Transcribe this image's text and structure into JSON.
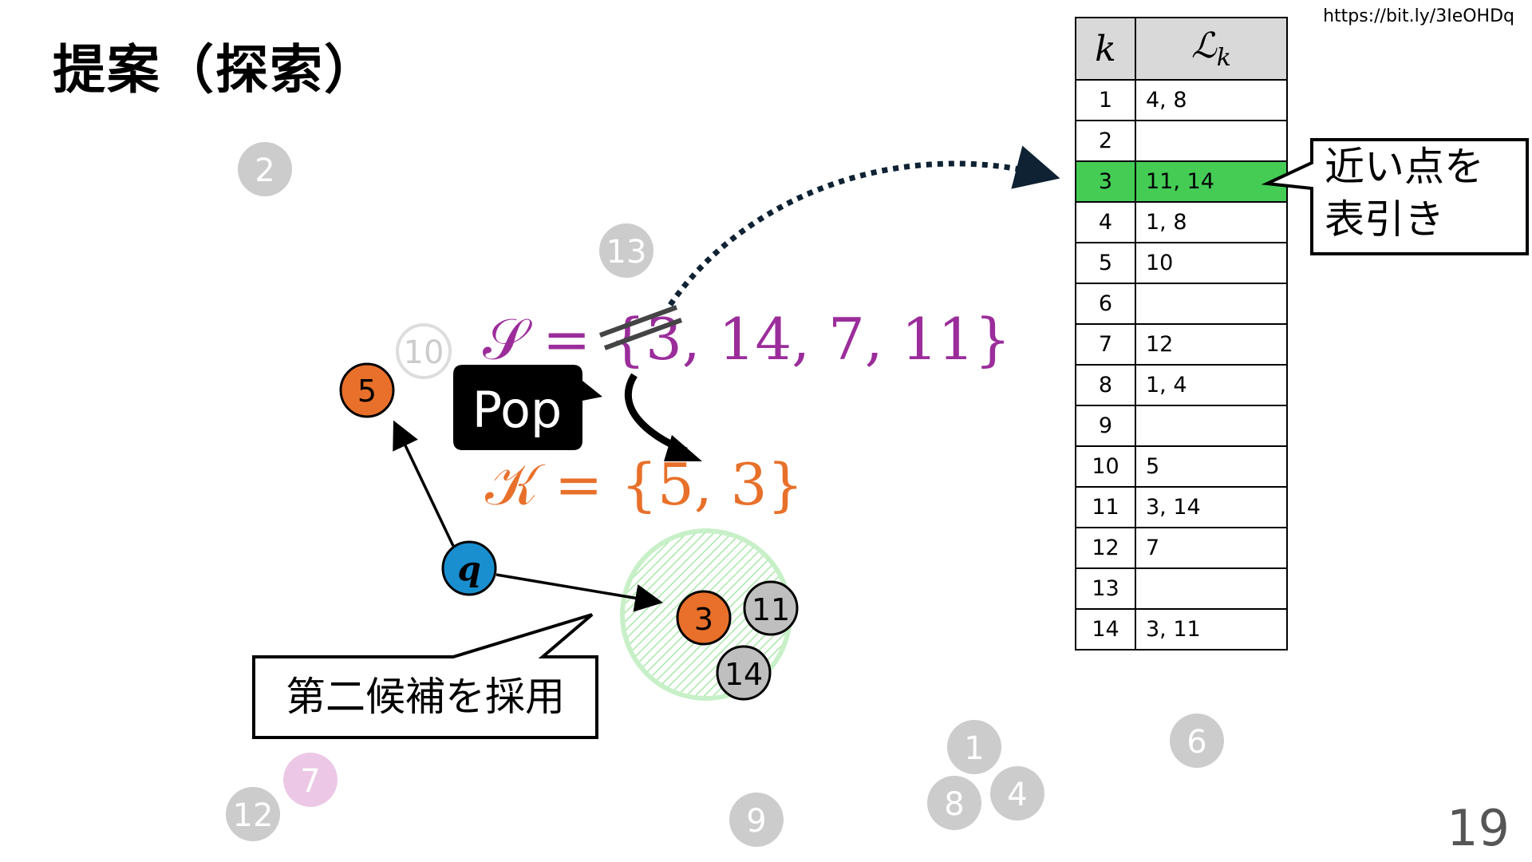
{
  "slide": {
    "title": "提案（探索）",
    "url": "https://bit.ly/3IeOHDq",
    "page_number": "19"
  },
  "table": {
    "header_k": "k",
    "header_l_main": "ℒ",
    "header_l_sub": "k",
    "highlight_color": "#44cc55",
    "rows": [
      {
        "k": "1",
        "l": "4, 8"
      },
      {
        "k": "2",
        "l": ""
      },
      {
        "k": "3",
        "l": "11, 14",
        "highlight": true
      },
      {
        "k": "4",
        "l": "1, 8"
      },
      {
        "k": "5",
        "l": "10"
      },
      {
        "k": "6",
        "l": ""
      },
      {
        "k": "7",
        "l": "12"
      },
      {
        "k": "8",
        "l": "1, 4"
      },
      {
        "k": "9",
        "l": ""
      },
      {
        "k": "10",
        "l": "5"
      },
      {
        "k": "11",
        "l": "3, 14"
      },
      {
        "k": "12",
        "l": "7"
      },
      {
        "k": "13",
        "l": ""
      },
      {
        "k": "14",
        "l": "3, 11"
      }
    ]
  },
  "callouts": {
    "lookup_line1": "近い点を",
    "lookup_line2": "表引き",
    "adopt": "第二候補を採用",
    "pop": "Pop"
  },
  "sets": {
    "s_symbol": "𝒮",
    "s_rest": "= {3, 14, 7, 11}",
    "k_symbol": "𝒦",
    "k_rest": "= {5, 3}"
  },
  "colors": {
    "query": "#1a8fd0",
    "selected": "#e8702a",
    "faded_gray": "#cccccc",
    "neighbor_gray": "#bfbfbf",
    "set_s": "#9b2d9b",
    "set_k": "#e8702a",
    "region": "#9ee69e"
  },
  "points": {
    "q": "q",
    "p1": "1",
    "p2": "2",
    "p3": "3",
    "p4": "4",
    "p5": "5",
    "p6": "6",
    "p7": "7",
    "p8": "8",
    "p9": "9",
    "p10": "10",
    "p11": "11",
    "p12": "12",
    "p13": "13",
    "p14": "14"
  }
}
